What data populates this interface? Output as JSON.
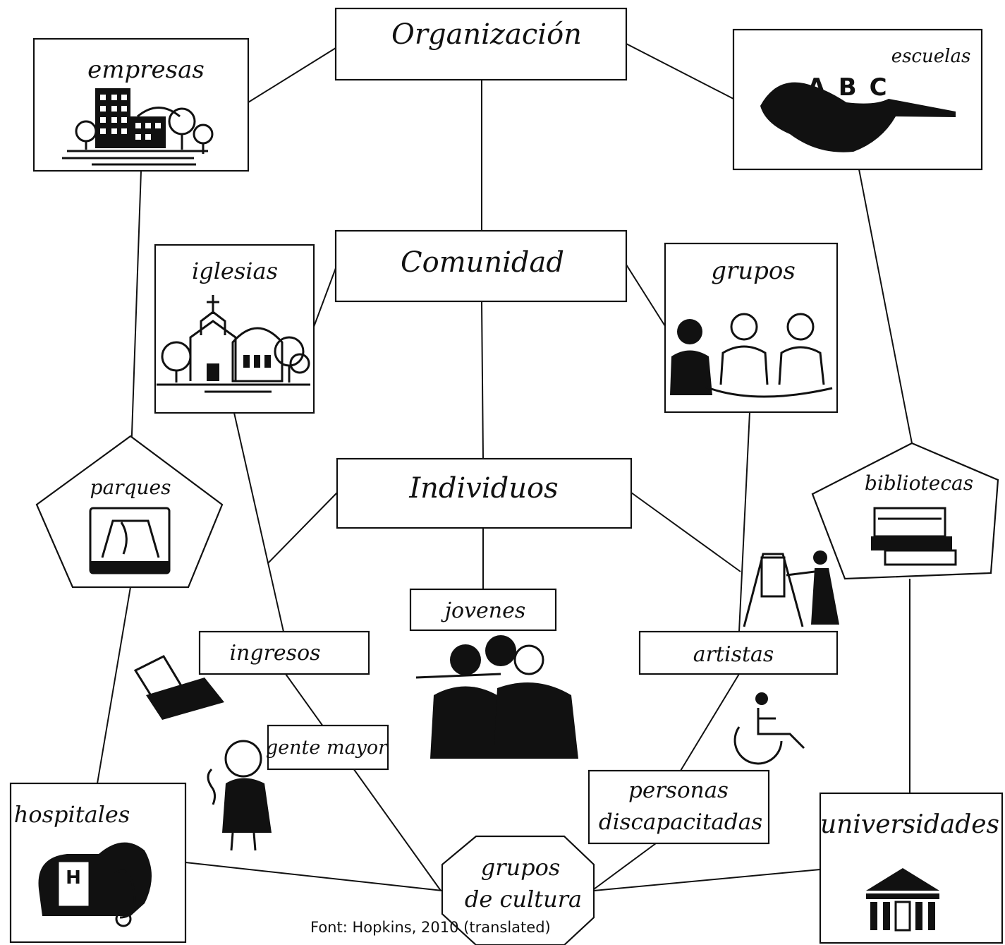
{
  "nodes": {
    "organizacion": "Organización",
    "comunidad": "Comunidad",
    "individuos": "Individuos",
    "empresas": "empresas",
    "escuelas": "escuelas",
    "escuelas_letters": "ABC",
    "iglesias": "iglesias",
    "grupos": "grupos",
    "parques": "parques",
    "bibliotecas": "bibliotecas",
    "jovenes": "jovenes",
    "ingresos": "ingresos",
    "artistas": "artistas",
    "gente_mayor": "gente mayor",
    "personas_line1": "personas",
    "personas_line2": "discapacitadas",
    "hospitales": "hospitales",
    "universidades": "universidades",
    "grupos_cultura_line1": "grupos",
    "grupos_cultura_line2": "de cultura"
  },
  "caption": "Font: Hopkins, 2010 (translated)"
}
